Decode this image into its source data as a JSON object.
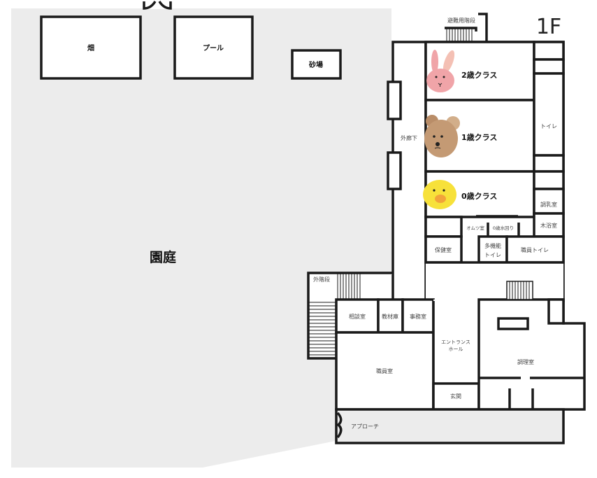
{
  "floor": "1F",
  "yard": {
    "title": "園庭",
    "field": "畑",
    "pool": "プール",
    "sandbox": "砂場"
  },
  "rooms": {
    "evac_stairs": "避難用階段",
    "class2": "2歳クラス",
    "class1": "1歳クラス",
    "class0": "0歳クラス",
    "outer_corridor": "外廊下",
    "toilet": "トイレ",
    "milk_room": "調乳室",
    "bath_room": "木浴室",
    "diaper_room": "オムツ室",
    "zero_water": "0歳水回り",
    "health_room": "保健室",
    "multi_toilet_1": "多機能",
    "multi_toilet_2": "トイレ",
    "staff_toilet": "職員トイレ",
    "outer_stairs": "外階段",
    "consult": "相談室",
    "materials": "教材庫",
    "office": "事務室",
    "staff_room": "職員室",
    "entrance_hall_1": "エントランス",
    "entrance_hall_2": "ホール",
    "entrance": "玄関",
    "kitchen": "調理室",
    "approach": "アプローチ"
  },
  "colors": {
    "yard": "#ececec",
    "wall": "#1a1a1a",
    "rabbit": "#f0a4a8",
    "bear": "#c49a74",
    "chick": "#f7e13a"
  }
}
